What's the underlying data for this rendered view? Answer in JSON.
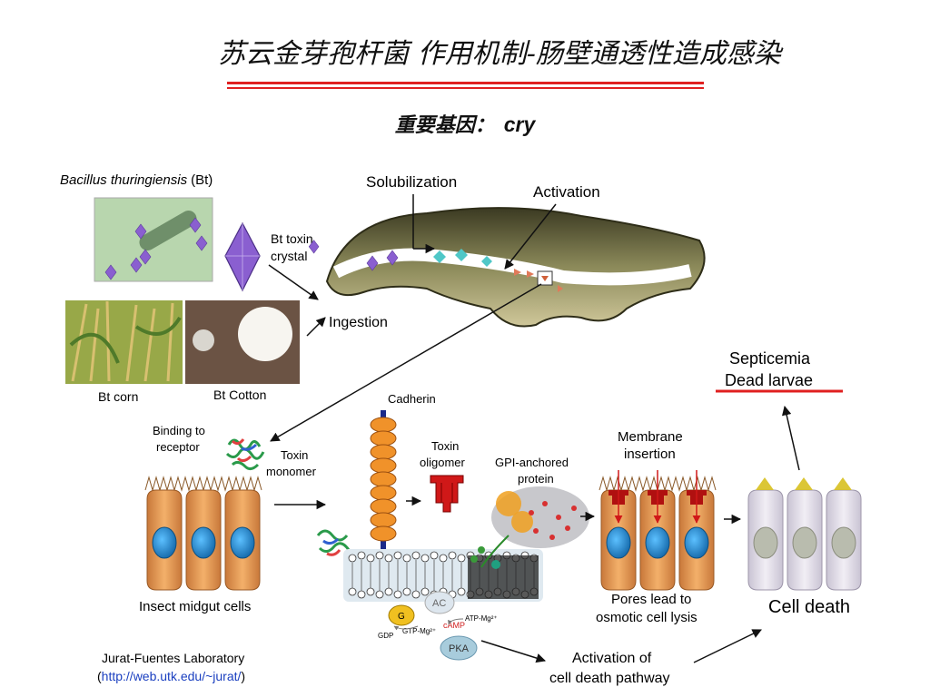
{
  "slide": {
    "title": "苏云金芽孢杆菌 作用机制-肠壁通透性造成感染",
    "subtitle_label": "重要基因：",
    "subtitle_gene": "cry"
  },
  "diagram": {
    "bt_species": "Bacillus thuringiensis",
    "bt_abbrev": "(Bt)",
    "bt_toxin_line1": "Bt toxin",
    "bt_toxin_line2": "crystal",
    "bt_corn": "Bt corn",
    "bt_cotton": "Bt Cotton",
    "ingestion": "Ingestion",
    "solubilization": "Solubilization",
    "activation": "Activation",
    "septicemia": "Septicemia",
    "dead_larvae": "Dead larvae",
    "binding_line1": "Binding to",
    "binding_line2": "receptor",
    "toxin_monomer_line1": "Toxin",
    "toxin_monomer_line2": "monomer",
    "cadherin": "Cadherin",
    "toxin_oligomer_line1": "Toxin",
    "toxin_oligomer_line2": "oligomer",
    "gpi_line1": "GPI-anchored",
    "gpi_line2": "protein",
    "membrane_line1": "Membrane",
    "membrane_line2": "insertion",
    "insect_cells": "Insect midgut cells",
    "pores_line1": "Pores lead to",
    "pores_line2": "osmotic cell lysis",
    "cell_death": "Cell death",
    "ac": "AC",
    "g": "G",
    "gdp": "GDP",
    "gtp": "GTP-Mg²⁺",
    "atp": "ATP-Mg²⁺",
    "camp": "cAMP",
    "pka": "PKA",
    "pathway_line1": "Activation of",
    "pathway_line2": "cell death pathway",
    "lab": "Jurat-Fuentes Laboratory",
    "lab_url_open": "(",
    "lab_url": "http://web.utk.edu/~jurat/",
    "lab_url_close": ")"
  },
  "colors": {
    "accent_red": "#e02020",
    "crystal_purple": "#8a5fd0",
    "cell_orange": "#e8a050",
    "nucleus_blue": "#2c8fd0",
    "dead_cell": "#e6e1ee"
  }
}
